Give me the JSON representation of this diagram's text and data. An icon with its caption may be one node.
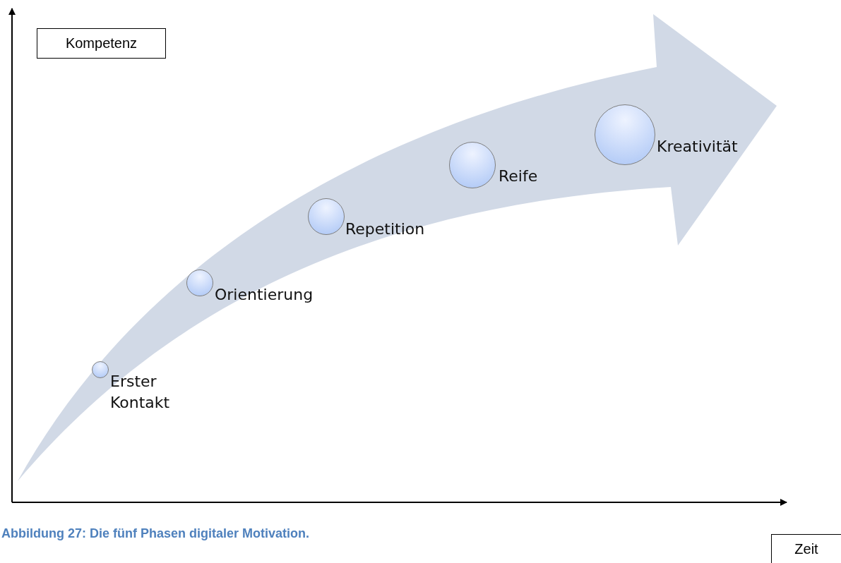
{
  "diagram": {
    "caption": "Abbildung 27: Die fünf Phasen digitaler Motivation.",
    "nodes": [
      {
        "text": [
          "Kompetenz"
        ]
      },
      {
        "text": [],
        "shape": "circle",
        "beside": [
          "Erster Kontakt"
        ]
      },
      {
        "text": [],
        "shape": "circle",
        "beside": [
          "Orientierung"
        ]
      },
      {
        "text": [],
        "shape": "circle",
        "beside": [
          "Repetition"
        ]
      },
      {
        "text": [],
        "shape": "circle",
        "beside": [
          "Reife"
        ]
      },
      {
        "text": [],
        "shape": "circle",
        "beside": [
          "Kreativität"
        ]
      },
      {
        "text": [
          "Zeit"
        ]
      }
    ]
  }
}
